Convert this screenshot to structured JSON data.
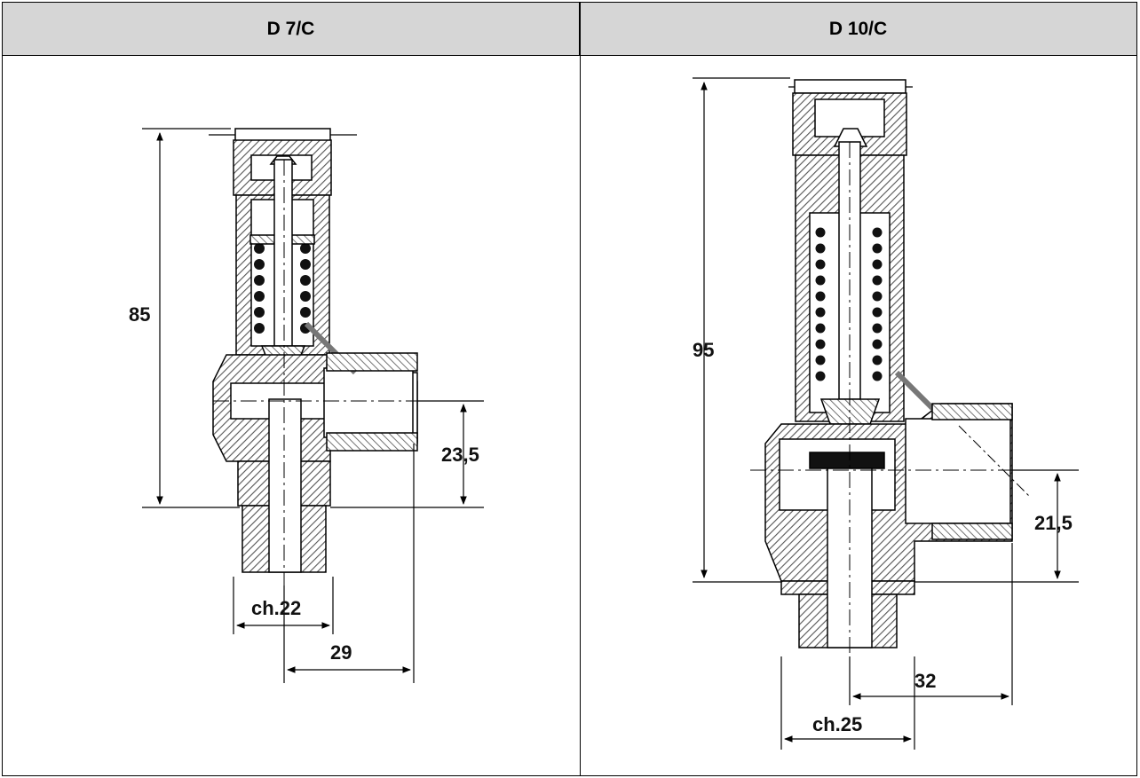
{
  "columns": [
    {
      "title": "D 7/C"
    },
    {
      "title": "D 10/C"
    }
  ],
  "drawings": {
    "d7c": {
      "height": "85",
      "outlet_offset": "23,5",
      "hex": "ch.22",
      "outlet_dist": "29"
    },
    "d10c": {
      "height": "95",
      "outlet_offset": "21,5",
      "hex": "ch.25",
      "outlet_dist": "32"
    }
  },
  "colors": {
    "header_bg": "#d6d6d6",
    "line": "#000000",
    "hatch": "#555555"
  }
}
